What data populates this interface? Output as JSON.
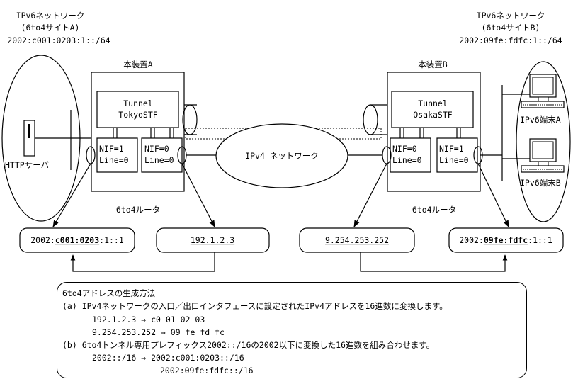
{
  "site_a": {
    "title": "IPv6ネットワーク",
    "subtitle": "(6to4サイトA)",
    "prefix": "2002:c001:0203:1::/64"
  },
  "site_b": {
    "title": "IPv6ネットワーク",
    "subtitle": "(6to4サイトB)",
    "prefix": "2002:09fe:fdfc:1::/64"
  },
  "router_a": {
    "title": "本装置A",
    "tunnel_line1": "Tunnel",
    "tunnel_line2": "TokyoSTF",
    "nif_left_line1": "NIF=1",
    "nif_left_line2": "Line=0",
    "nif_right_line1": "NIF=0",
    "nif_right_line2": "Line=0",
    "caption": "6to4ルータ"
  },
  "router_b": {
    "title": "本装置B",
    "tunnel_line1": "Tunnel",
    "tunnel_line2": "OsakaSTF",
    "nif_left_line1": "NIF=0",
    "nif_left_line2": "Line=0",
    "nif_right_line1": "NIF=1",
    "nif_right_line2": "Line=0",
    "caption": "6to4ルータ"
  },
  "ipv4_network": "IPv4 ネットワーク",
  "http_server": "HTTPサーバ",
  "terminal_a": "IPv6端末A",
  "terminal_b": "IPv6端末B",
  "addr_boxes": {
    "a_ipv6_prefix": "2002:",
    "a_ipv6_bold": "c001:0203",
    "a_ipv6_suffix": ":1::1",
    "a_ipv4": "192.1.2.3",
    "b_ipv4": "9.254.253.252",
    "b_ipv6_prefix": "2002:",
    "b_ipv6_bold": "09fe:fdfc",
    "b_ipv6_suffix": ":1::1"
  },
  "notes": {
    "heading": "6to4アドレスの生成方法",
    "line_a": "(a) IPv4ネットワークの入口／出口インタフェースに設定されたIPv4アドレスを16進数に変換します。",
    "conv_1": "192.1.2.3 ⇒ c0 01 02 03",
    "conv_2": "9.254.253.252 ⇒ 09 fe fd fc",
    "line_b": "(b) 6to4トンネル専用プレフィックス2002::/16の2002以下に変換した16進数を組み合わせます。",
    "combine_1": "2002::/16 ⇒ 2002:c001:0203::/16",
    "combine_2": "2002:09fe:fdfc::/16"
  },
  "colors": {
    "stroke": "#000000",
    "background": "#ffffff"
  }
}
